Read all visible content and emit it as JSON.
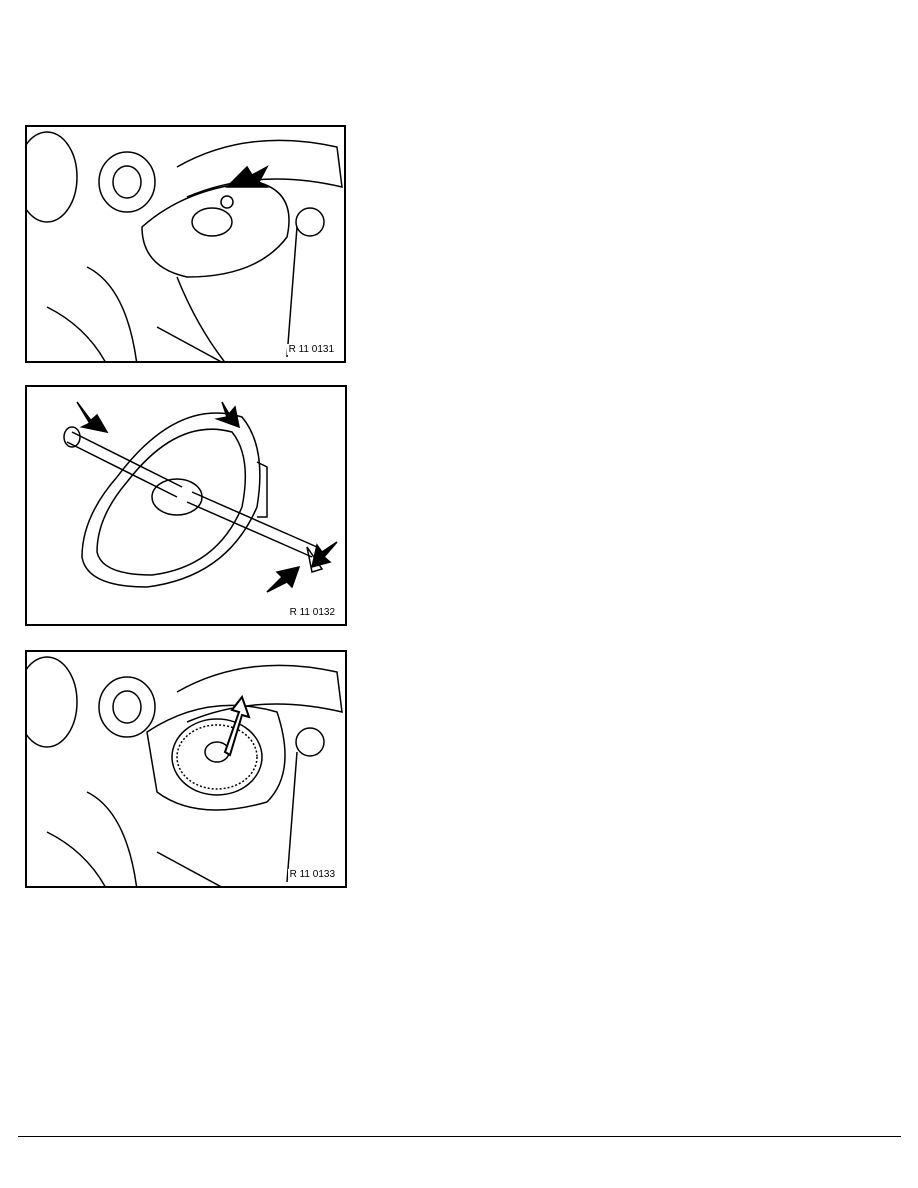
{
  "figures": [
    {
      "label": "R 11 0131",
      "icon": "engine-filter-housing-cover-with-arrow"
    },
    {
      "label": "R 11 0132",
      "icon": "filter-cover-with-bolt-and-seals"
    },
    {
      "label": "R 11 0133",
      "icon": "filter-element-removal-arrow"
    }
  ]
}
